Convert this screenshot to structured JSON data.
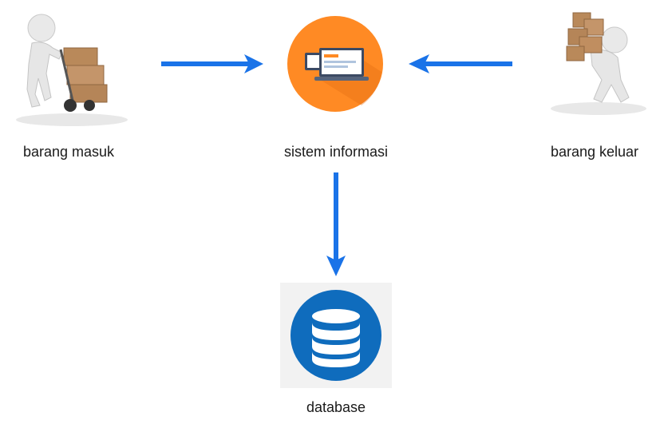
{
  "nodes": {
    "barang_masuk": {
      "label": "barang masuk",
      "icon": "person-pushing-hand-truck-icon"
    },
    "sistem_informasi": {
      "label": "sistem informasi",
      "icon": "laptop-monitor-icon"
    },
    "barang_keluar": {
      "label": "barang keluar",
      "icon": "person-carrying-boxes-icon"
    },
    "database": {
      "label": "database",
      "icon": "database-icon"
    }
  },
  "colors": {
    "arrow": "#1a73e8",
    "sistem_circle": "#ff8a24",
    "database_circle": "#0f6cbd",
    "box": "#b9895a"
  }
}
